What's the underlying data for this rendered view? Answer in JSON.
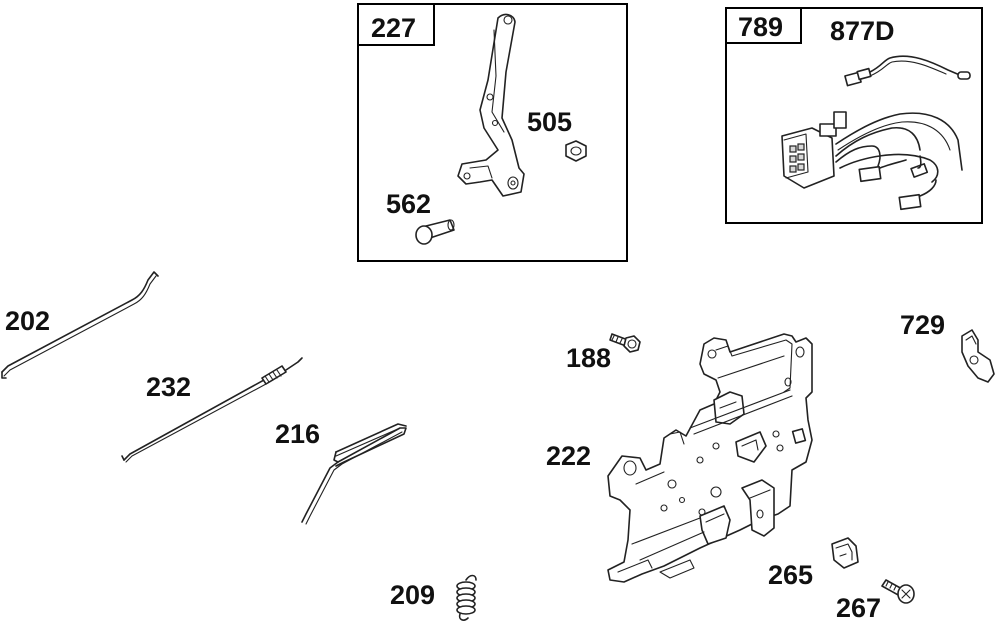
{
  "diagram": {
    "callouts": {
      "p227": "227",
      "p505": "505",
      "p562": "562",
      "p789": "789",
      "p877d": "877D",
      "p202": "202",
      "p232": "232",
      "p216": "216",
      "p188": "188",
      "p222": "222",
      "p729": "729",
      "p209": "209",
      "p265": "265",
      "p267": "267"
    }
  }
}
